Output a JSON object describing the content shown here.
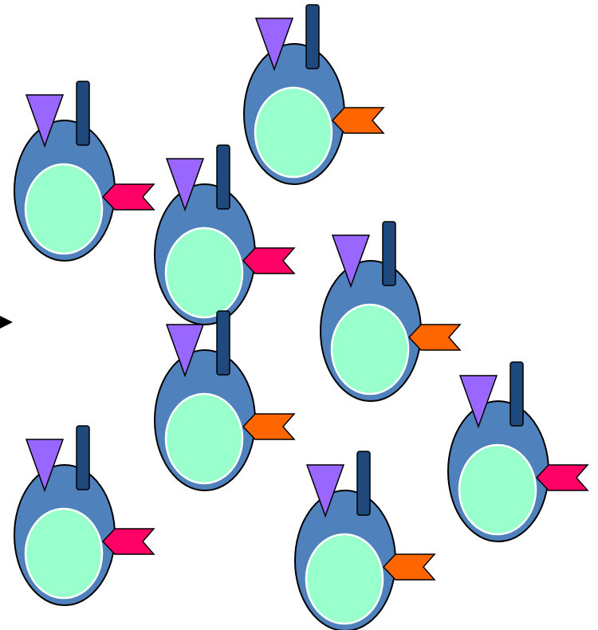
{
  "colors": {
    "background": "#ffffff",
    "cell_body": "#4f81bd",
    "nucleus": "#99ffcc",
    "nucleus_ring": "#ffffff",
    "triangle_marker": "#9966ff",
    "bar_marker": "#1f497d",
    "outline": "#000000",
    "flag_pink": "#ff0066",
    "flag_orange": "#ff6600"
  },
  "cells": [
    {
      "id": "cell-top-center",
      "flag": "orange"
    },
    {
      "id": "cell-upper-left",
      "flag": "pink"
    },
    {
      "id": "cell-middle",
      "flag": "pink"
    },
    {
      "id": "cell-right-middle",
      "flag": "orange"
    },
    {
      "id": "cell-lower-middle",
      "flag": "orange"
    },
    {
      "id": "cell-far-right",
      "flag": "pink"
    },
    {
      "id": "cell-bottom-left",
      "flag": "pink"
    },
    {
      "id": "cell-bottom-center",
      "flag": "orange"
    }
  ],
  "arrow": {
    "icon": "arrowhead-right-icon"
  }
}
